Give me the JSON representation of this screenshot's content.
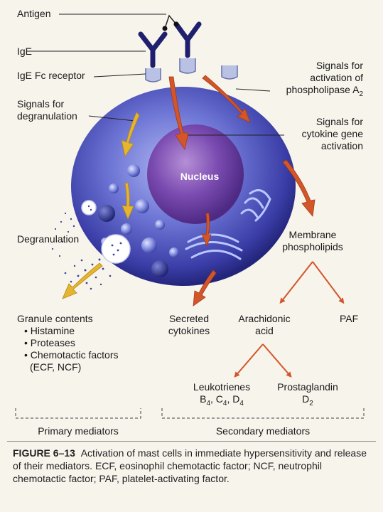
{
  "labels": {
    "antigen": "Antigen",
    "ige": "IgE",
    "ige_receptor": "IgE Fc receptor",
    "signals_degranulation_1": "Signals for",
    "signals_degranulation_2": "degranulation",
    "signals_pla2_1": "Signals for",
    "signals_pla2_2": "activation of",
    "signals_pla2_3": "phospholipase A",
    "signals_pla2_sub": "2",
    "signals_cytokine_1": "Signals for",
    "signals_cytokine_2": "cytokine gene",
    "signals_cytokine_3": "activation",
    "nucleus": "Nucleus",
    "degranulation": "Degranulation",
    "membrane_1": "Membrane",
    "membrane_2": "phospholipids",
    "secreted_1": "Secreted",
    "secreted_2": "cytokines",
    "arachidonic_1": "Arachidonic",
    "arachidonic_2": "acid",
    "paf": "PAF",
    "granule_title": "Granule contents",
    "granule_items": [
      "Histamine",
      "Proteases",
      "Chemotactic factors"
    ],
    "granule_extra": "(ECF, NCF)",
    "leukotrienes_1": "Leukotrienes",
    "leukotrienes_2": "B",
    "leukotrienes_sub1": "4",
    "leukotrienes_3": ", C",
    "leukotrienes_sub2": "4",
    "leukotrienes_4": ", D",
    "leukotrienes_sub3": "4",
    "prostaglandin_1": "Prostaglandin",
    "prostaglandin_2": "D",
    "prostaglandin_sub": "2",
    "primary": "Primary mediators",
    "secondary": "Secondary mediators"
  },
  "caption": {
    "figure": "FIGURE 6–13",
    "text": "Activation of mast cells in immediate hypersensitivity and release of their mediators. ECF, eosinophil chemotactic factor; NCF, neutrophil chemotactic factor; PAF, platelet-activating factor."
  },
  "colors": {
    "cell_outer": "#3d3fa8",
    "cell_inner": "#7f86d9",
    "nucleus": "#6b3f9a",
    "yellow_arrow": "#e6b52e",
    "orange_arrow": "#d2562a",
    "antibody": "#1f1f6e"
  }
}
